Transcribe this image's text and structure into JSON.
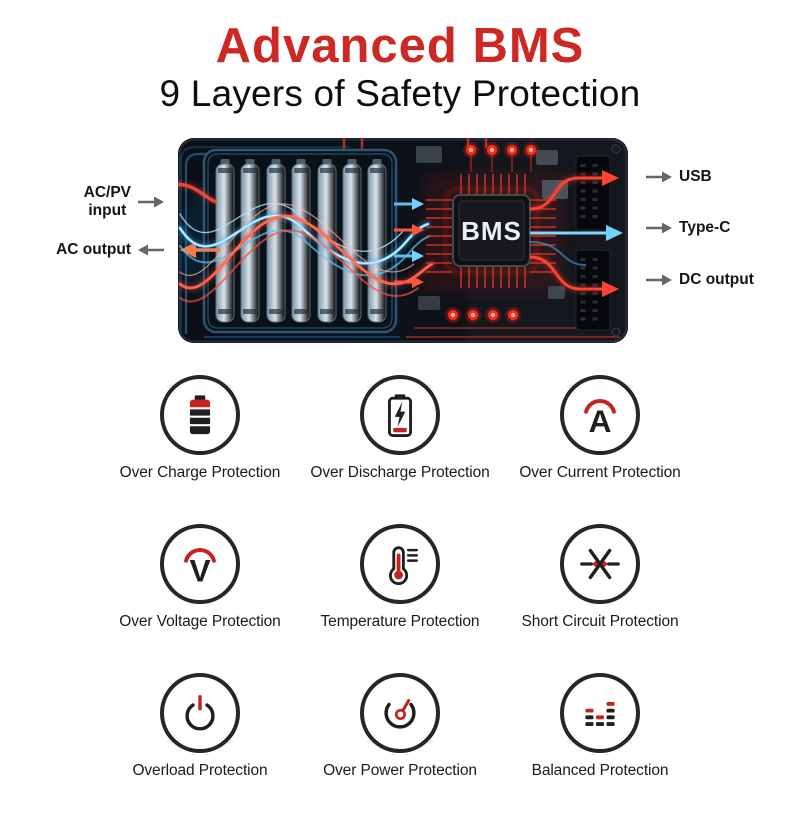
{
  "colors": {
    "accent_red": "#c32420",
    "title_red": "#cd2823",
    "icon_ink": "#1f1f1f"
  },
  "header": {
    "title": "Advanced BMS",
    "subtitle": "9 Layers of Safety Protection"
  },
  "board": {
    "chip_label": "BMS",
    "inputs": [
      {
        "line1": "AC/PV",
        "line2": "input",
        "arrow": "right"
      },
      {
        "line1": "AC output",
        "line2": "",
        "arrow": "left"
      }
    ],
    "outputs": [
      {
        "label": "USB"
      },
      {
        "label": "Type-C"
      },
      {
        "label": "DC output"
      }
    ]
  },
  "protections": [
    {
      "icon": "overcharge-battery-icon",
      "label": "Over Charge Protection"
    },
    {
      "icon": "overdischarge-battery-icon",
      "label": "Over Discharge Protection"
    },
    {
      "icon": "overcurrent-ampere-icon",
      "glyph": "A",
      "label": "Over Current Protection"
    },
    {
      "icon": "overvoltage-icon",
      "glyph": "V",
      "label": "Over Voltage Protection"
    },
    {
      "icon": "thermometer-icon",
      "label": "Temperature Protection"
    },
    {
      "icon": "short-circuit-icon",
      "label": "Short Circuit Protection"
    },
    {
      "icon": "power-button-icon",
      "label": "Overload Protection"
    },
    {
      "icon": "power-gauge-icon",
      "label": "Over Power Protection"
    },
    {
      "icon": "balance-bars-icon",
      "label": "Balanced Protection"
    }
  ]
}
